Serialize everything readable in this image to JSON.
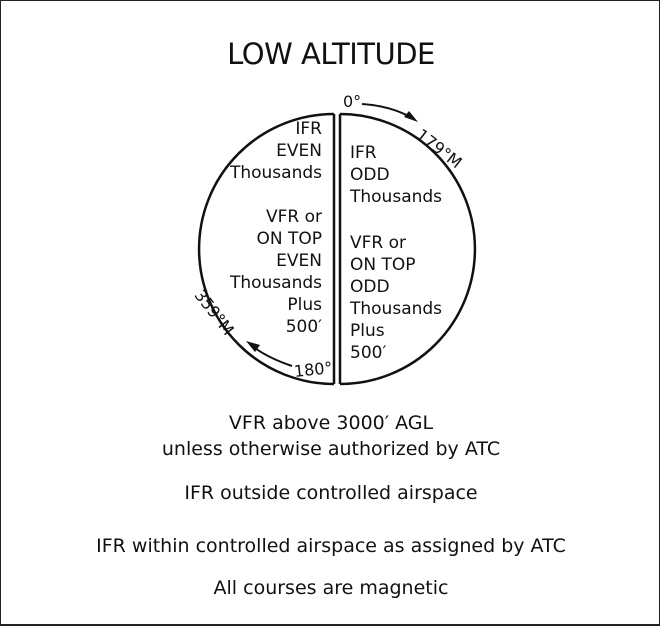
{
  "title": "LOW ALTITUDE",
  "diagram": {
    "heading_start": "0°",
    "heading_east": "179°M",
    "heading_bottom": "180°",
    "heading_west": "359°M",
    "left_half": {
      "ifr": [
        "IFR",
        "EVEN",
        "Thousands"
      ],
      "vfr": [
        "VFR or",
        "ON TOP",
        "EVEN",
        "Thousands",
        "Plus",
        "500′"
      ]
    },
    "right_half": {
      "ifr": [
        "IFR",
        "ODD",
        "Thousands"
      ],
      "vfr": [
        "VFR or",
        "ON TOP",
        "ODD",
        "Thousands",
        "Plus",
        "500′"
      ]
    }
  },
  "notes": {
    "vfr_line1": "VFR above 3000′ AGL",
    "vfr_line2": "unless otherwise authorized by ATC",
    "ifr_outside": "IFR outside controlled airspace",
    "ifr_within": "IFR within controlled airspace as assigned by ATC",
    "magnetic": "All courses are magnetic"
  }
}
